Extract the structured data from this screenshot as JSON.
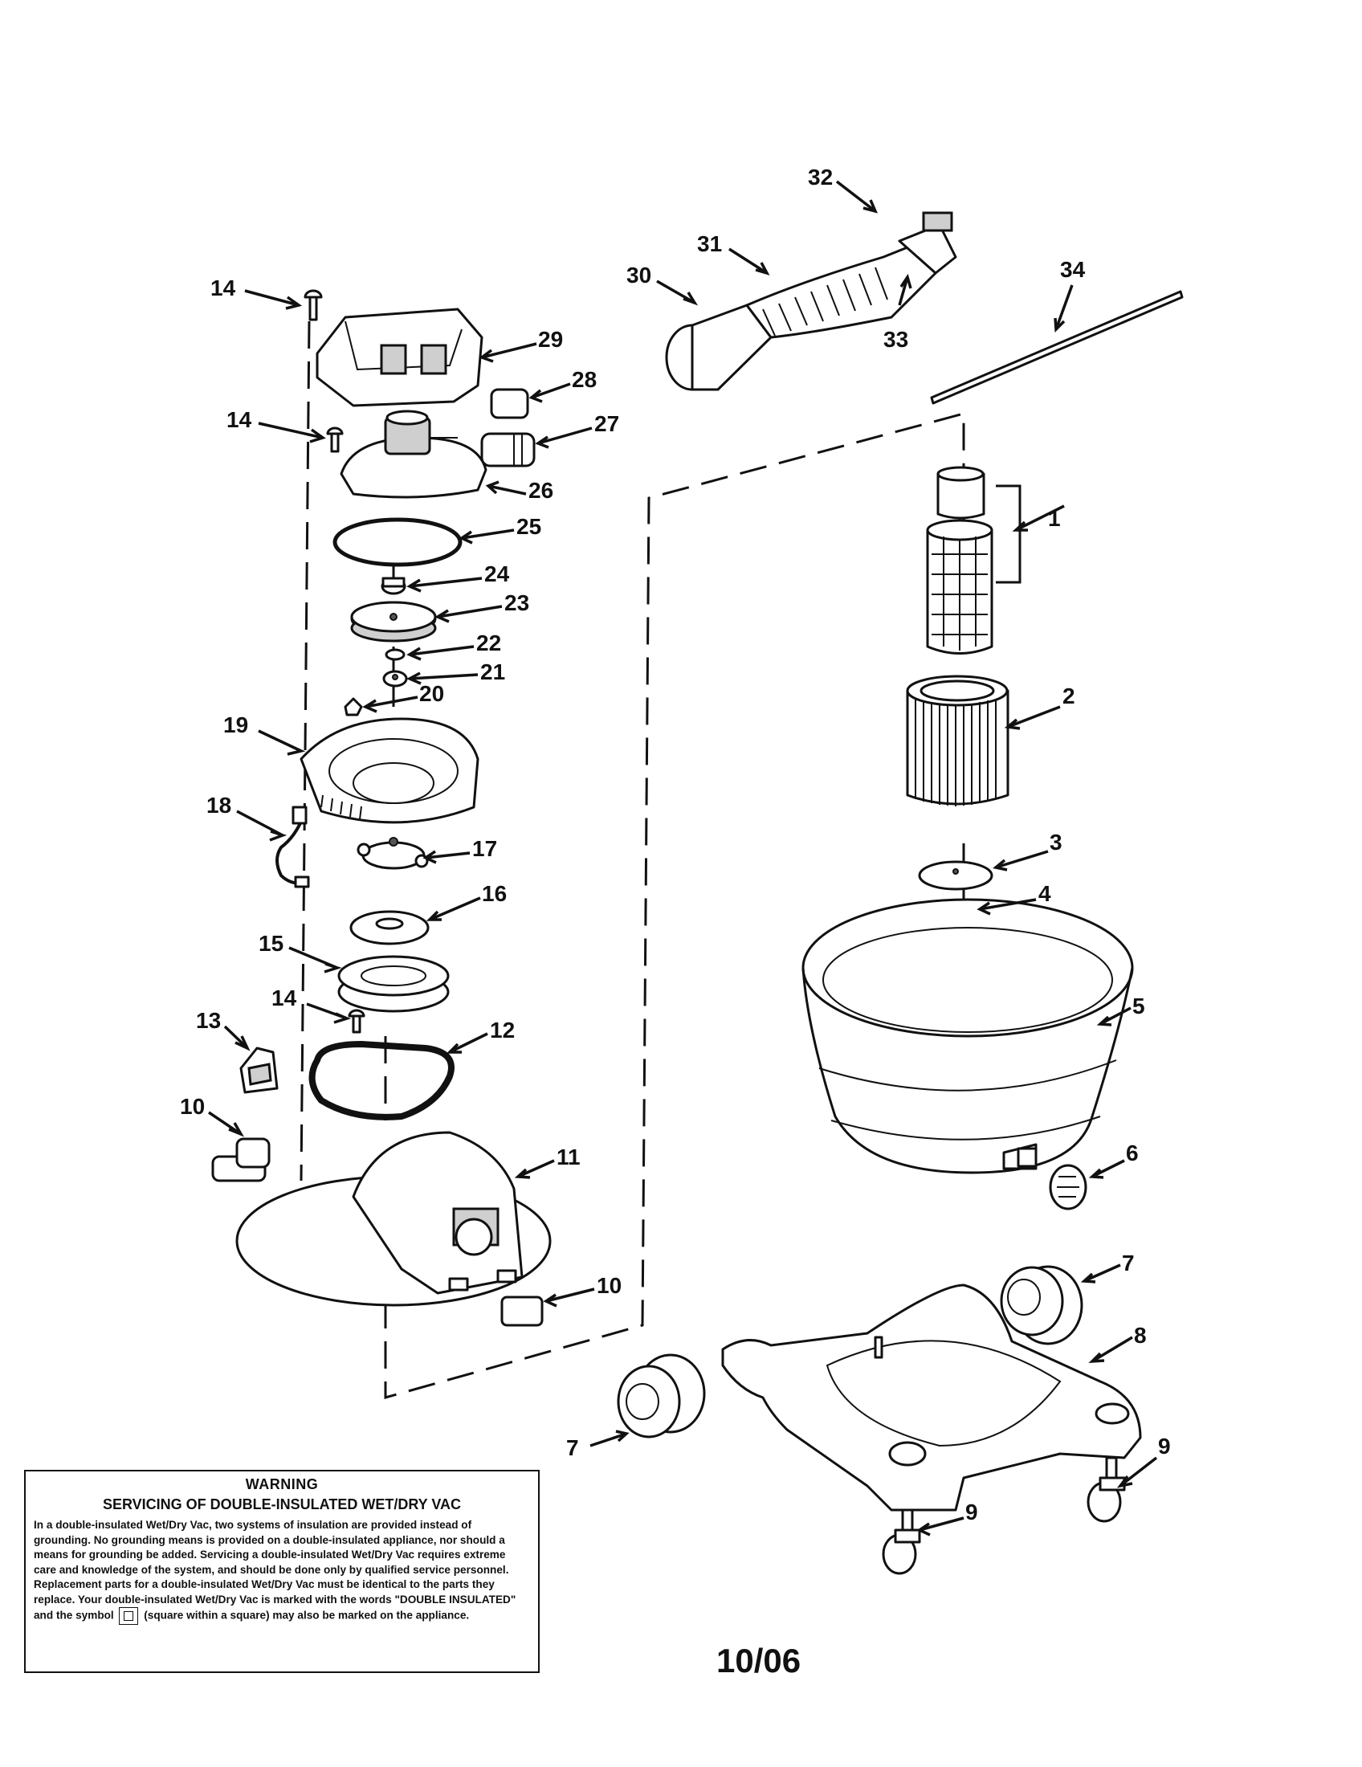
{
  "callouts": [
    "1",
    "2",
    "3",
    "4",
    "5",
    "6",
    "7",
    "8",
    "9",
    "10",
    "11",
    "12",
    "13",
    "14",
    "15",
    "16",
    "17",
    "18",
    "19",
    "20",
    "21",
    "22",
    "23",
    "24",
    "25",
    "26",
    "27",
    "28",
    "29",
    "30",
    "31",
    "32",
    "33",
    "34"
  ],
  "warning": {
    "title": "WARNING",
    "subtitle": "SERVICING OF DOUBLE-INSULATED WET/DRY VAC",
    "body_1": "In a double-insulated Wet/Dry Vac, two systems of insulation are provided instead of grounding. No grounding means is provided on a double-insulated appliance, nor should a means for grounding be added. Servicing a double-insulated Wet/Dry Vac requires extreme care and knowledge of the system, and should be done only by qualified service personnel. Replacement parts for a double-insulated Wet/Dry Vac must be identical to the parts they replace. Your double-insulated Wet/Dry Vac is marked with the words \"DOUBLE INSULATED\" and the symbol",
    "body_2": "(square within a square) may also be marked on the appliance."
  },
  "date_code": "10/06"
}
